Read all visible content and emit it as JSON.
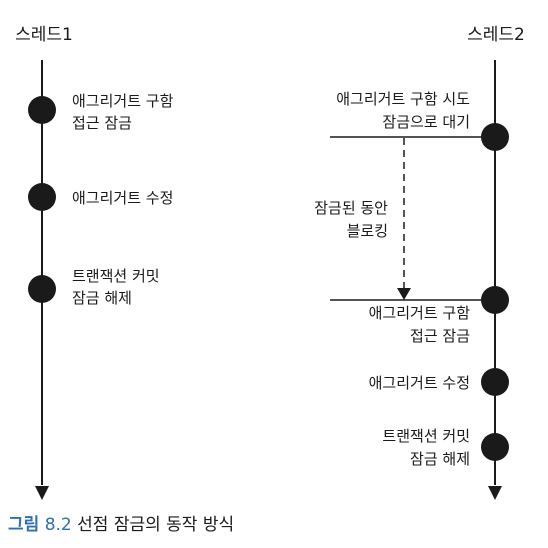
{
  "threads": {
    "thread1": {
      "title": "스레드1",
      "steps": [
        {
          "lines": [
            "애그리거트 구함",
            "접근 잠금"
          ]
        },
        {
          "lines": [
            "애그리거트 수정"
          ]
        },
        {
          "lines": [
            "트랜잭션 커밋",
            "잠금 해제"
          ]
        }
      ]
    },
    "thread2": {
      "title": "스레드2",
      "steps": [
        {
          "lines": [
            "애그리거트 구함 시도",
            "잠금으로 대기"
          ]
        },
        {
          "lines": [
            "애그리거트 구함",
            "접근 잠금"
          ]
        },
        {
          "lines": [
            "애그리거트 수정"
          ]
        },
        {
          "lines": [
            "트랜잭션 커밋",
            "잠금 해제"
          ]
        }
      ]
    }
  },
  "blocking": {
    "lines": [
      "잠금된 동안",
      "블로킹"
    ]
  },
  "caption": {
    "figure": "그림",
    "number": "8.2",
    "text": "선점 잠금의 동작 방식"
  }
}
